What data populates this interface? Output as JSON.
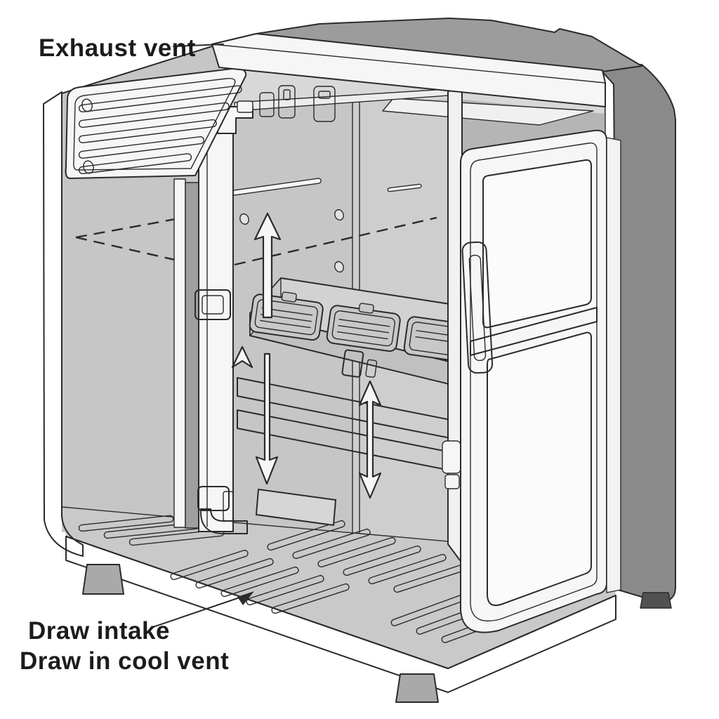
{
  "figure": {
    "labels": {
      "exhaust": "Exhaust vent",
      "intake_line1": "Draw intake",
      "intake_line2": "Draw in cool vent"
    },
    "annotations": [
      {
        "name": "exhaust-leader-line"
      },
      {
        "name": "intake-leader-arrow"
      },
      {
        "name": "airflow-up-arrow"
      },
      {
        "name": "airflow-down-arrow"
      },
      {
        "name": "airflow-double-arrow"
      },
      {
        "name": "airflow-chevron"
      },
      {
        "name": "hidden-airflow-dashed-path"
      }
    ],
    "colors": {
      "background": "#ffffff",
      "line": "#2b2b2b",
      "text": "#1c1c1c",
      "wall": "#c6c6c6",
      "wall_right": "#cecece",
      "floor": "#c9c9c9",
      "roof": "#9c9c9c",
      "side_dark": "#8a8a8a",
      "interior_shadow": "#b5b5b5",
      "white_panel": "#f6f6f6",
      "beam": "#cfcfcf",
      "tray": "#d2d2d2",
      "tray_skirt": "#c0c0c0",
      "module": "#c8c8c8",
      "foot": "#a9a9a9",
      "foot_dark": "#515151",
      "ceiling": "#d8d8d8",
      "rail": "#ededed"
    }
  }
}
